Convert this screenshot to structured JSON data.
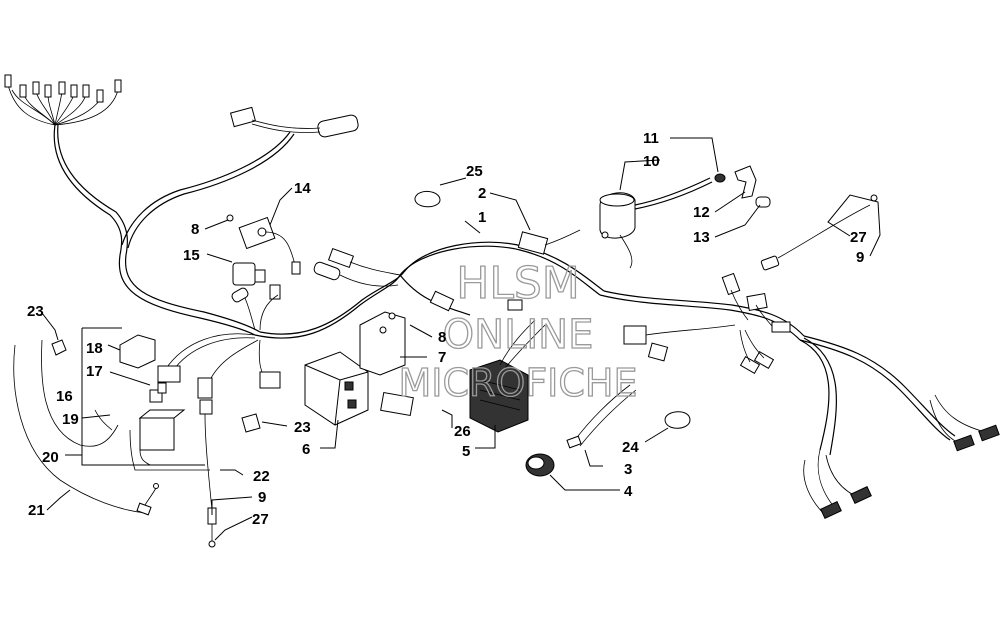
{
  "watermark": {
    "line1": "HLSM",
    "line2": "ONLINE",
    "line3": "MICROFICHE"
  },
  "callouts": {
    "c1": "1",
    "c2": "2",
    "c3": "3",
    "c4": "4",
    "c5": "5",
    "c6": "6",
    "c7": "7",
    "c8a": "8",
    "c8b": "8",
    "c9a": "9",
    "c9b": "9",
    "c10": "10",
    "c11": "11",
    "c12": "12",
    "c13": "13",
    "c14": "14",
    "c15": "15",
    "c16": "16",
    "c17": "17",
    "c18": "18",
    "c19": "19",
    "c20": "20",
    "c21": "21",
    "c22": "22",
    "c23a": "23",
    "c23b": "23",
    "c24": "24",
    "c25": "25",
    "c26": "26",
    "c27a": "27",
    "c27b": "27"
  }
}
